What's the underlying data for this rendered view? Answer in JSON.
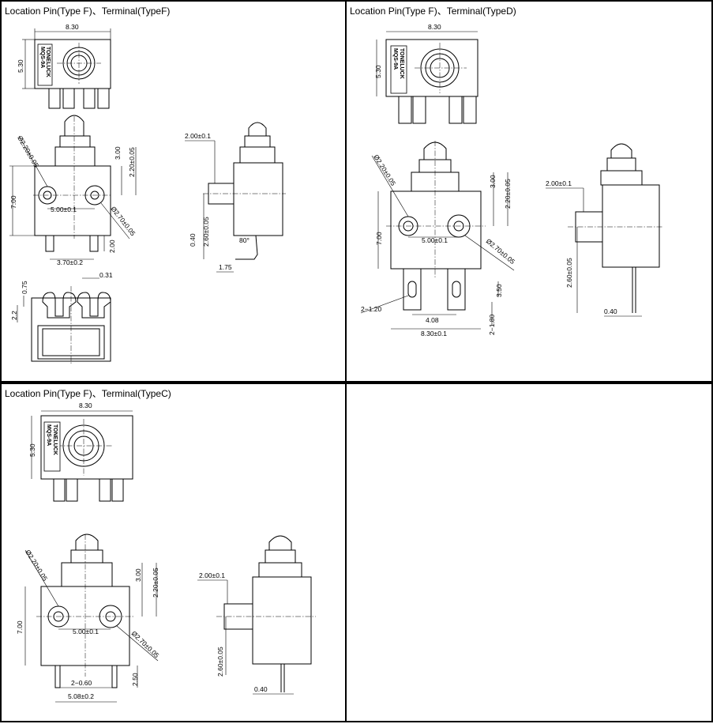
{
  "panels": [
    {
      "title": "Location Pin(Type F)、Terminal(TypeF)",
      "dims": {
        "width": "8.30",
        "height_top": "5.30",
        "pin_small_dia": "Ø2.20±0.05",
        "pin_large_dia": "Ø2.70±0.05",
        "body_height": "7.00",
        "pin_spacing": "5.00±0.1",
        "dim_300": "3.00",
        "dim_220": "2.20±0.05",
        "terminal_spacing": "3.70±0.2",
        "terminal_len": "2.00",
        "side_2": "2.00±0.1",
        "side_260": "2.60±0.05",
        "side_040": "0.40",
        "side_175": "1.75",
        "angle": "80°",
        "clip_075": "0.75",
        "clip_031": "0.31",
        "clip_22": "2.2"
      },
      "label_lines": [
        "TONELUCK",
        "MQS-9A"
      ]
    },
    {
      "title": "Location Pin(Type F)、Terminal(TypeD)",
      "dims": {
        "width": "8.30",
        "height_top": "5.30",
        "pin_small_dia": "Ø2.20±0.05",
        "pin_large_dia": "Ø2.70±0.05",
        "body_height": "7.00",
        "pin_spacing": "5.00±0.1",
        "dim_300": "3.00",
        "dim_220": "2.20±0.05",
        "slot_dia": "2−1.20",
        "terminal_pitch": "4.08",
        "terminal_width": "8.30±0.1",
        "slot_len": "2−1.80",
        "term_350": "3.50",
        "side_2": "2.00±0.1",
        "side_260": "2.60±0.05",
        "side_040": "0.40"
      },
      "label_lines": [
        "TONELUCK",
        "MQS-9A"
      ]
    },
    {
      "title": "Location Pin(Type F)、Terminal(TypeC)",
      "dims": {
        "width": "8.30",
        "height_top": "5.30",
        "pin_small_dia": "Ø2.20±0.05",
        "pin_large_dia": "Ø2.70±0.05",
        "body_height": "7.00",
        "pin_spacing": "5.00±0.1",
        "dim_300": "3.00",
        "dim_220": "2.20±0.05",
        "terminal_gap": "2−0.60",
        "terminal_width": "5.08±0.2",
        "term_250": "2.50",
        "side_2": "2.00±0.1",
        "side_260": "2.60±0.05",
        "side_040": "0.40"
      },
      "label_lines": [
        "TONELUCK",
        "MQS-9A"
      ]
    }
  ]
}
